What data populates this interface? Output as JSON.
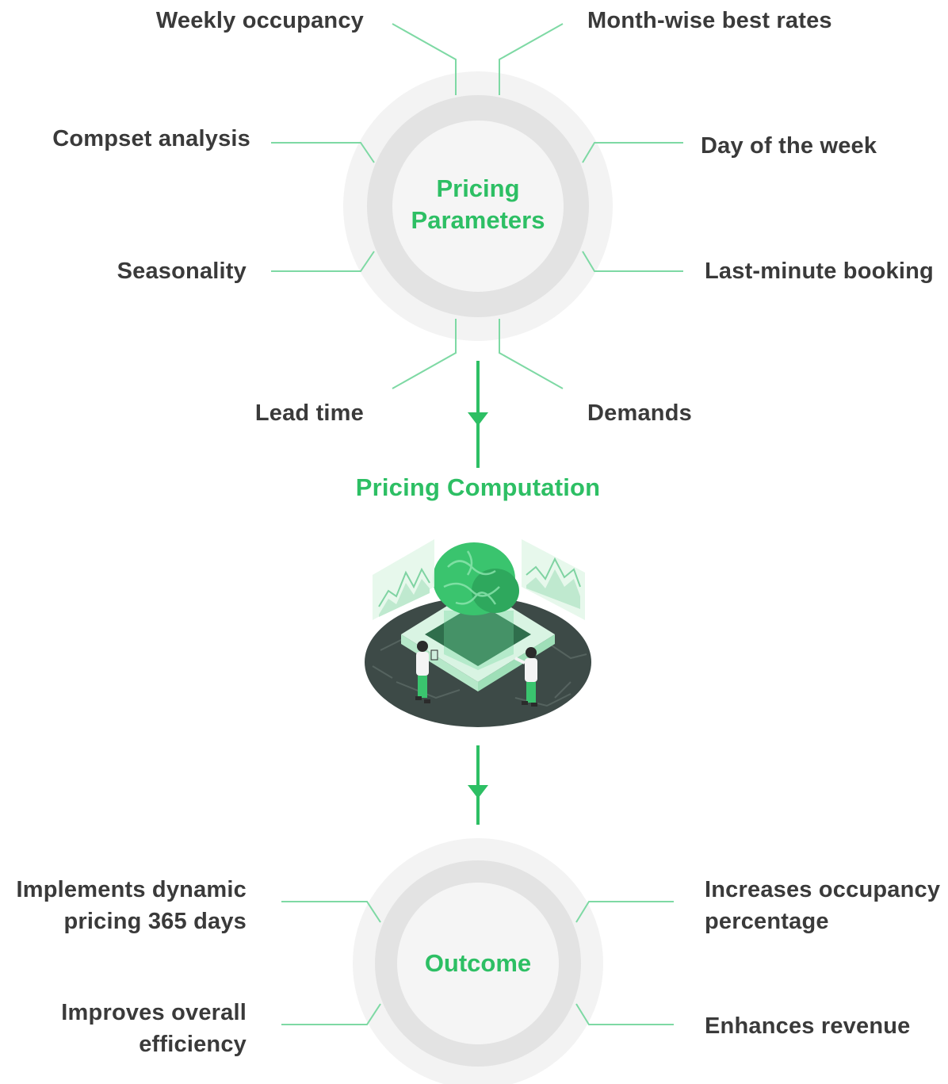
{
  "colors": {
    "accent": "#2dbf64",
    "line": "#7ed9a4",
    "text": "#3a3a3a",
    "ring_outer": "#f2f2f2",
    "ring_mid": "#e2e2e2",
    "ring_inner": "#f6f6f6"
  },
  "parameters": {
    "title_line1": "Pricing",
    "title_line2": "Parameters",
    "weekly_occupancy": "Weekly occupancy",
    "month_wise_best_rates": "Month-wise best rates",
    "compset_analysis": "Compset analysis",
    "day_of_the_week": "Day of the week",
    "seasonality": "Seasonality",
    "last_minute_booking": "Last-minute booking",
    "lead_time": "Lead time",
    "demands": "Demands"
  },
  "computation": {
    "title": "Pricing Computation"
  },
  "outcome": {
    "title": "Outcome",
    "implements_line1": "Implements dynamic",
    "implements_line2": "pricing 365 days",
    "increases_line1": "Increases occupancy",
    "increases_line2": "percentage",
    "improves_line1": "Improves overall",
    "improves_line2": "efficiency",
    "enhances": "Enhances revenue"
  },
  "illustration": "ai-brain-computation-illustration"
}
